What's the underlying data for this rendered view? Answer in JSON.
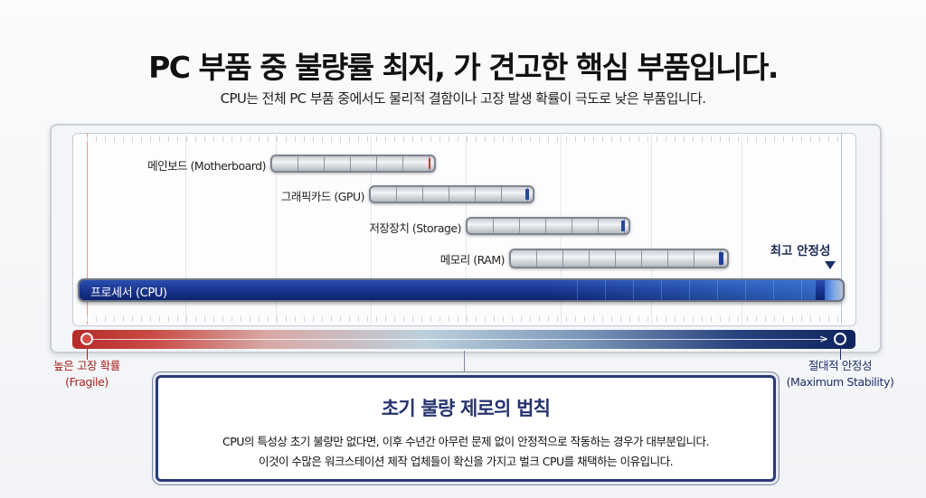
{
  "header": {
    "title": "PC 부품 중 불량률 최저, 가 견고한 핵심 부품입니다.",
    "subtitle": "CPU는 전체 PC 부품 중에서도 물리적 결함이나 고장 발생 확률이 극도로 낮은 부품입니다."
  },
  "bars": [
    {
      "label": "메인보드 (Motherboard)",
      "stability": 0.46,
      "cap_color": "#c0392b"
    },
    {
      "label": "그래픽카드 (GPU)",
      "stability": 0.59,
      "cap_color": "#2547a0"
    },
    {
      "label": "저장장치 (Storage)",
      "stability": 0.72,
      "cap_color": "#2547a0"
    },
    {
      "label": "메모리 (RAM)",
      "stability": 0.85,
      "cap_color": "#2547a0"
    },
    {
      "label": "프로세서 (CPU)",
      "stability": 1.0,
      "cap_color": "#1a3690"
    }
  ],
  "best_marker": "최고 안정성",
  "axis": {
    "left_label": "높은 고장 확률",
    "left_sub": "(Fragile)",
    "left_color": "#a8201c",
    "right_label": "절대적 안정성",
    "right_sub": "(Maximum Stability)",
    "right_color": "#1d2e66"
  },
  "rule_box": {
    "title": "초기 불량 제로의 법칙",
    "line1": "CPU의 특성상 초기 불량만 없다면, 이후 수년간 아무런 문제 없이 안정적으로 작동하는 경우가 대부분입니다.",
    "line2": "이것이 수많은 워크스테이션 제작 업체들이 확신을 가지고 벌크 CPU를 채택하는 이유입니다."
  }
}
